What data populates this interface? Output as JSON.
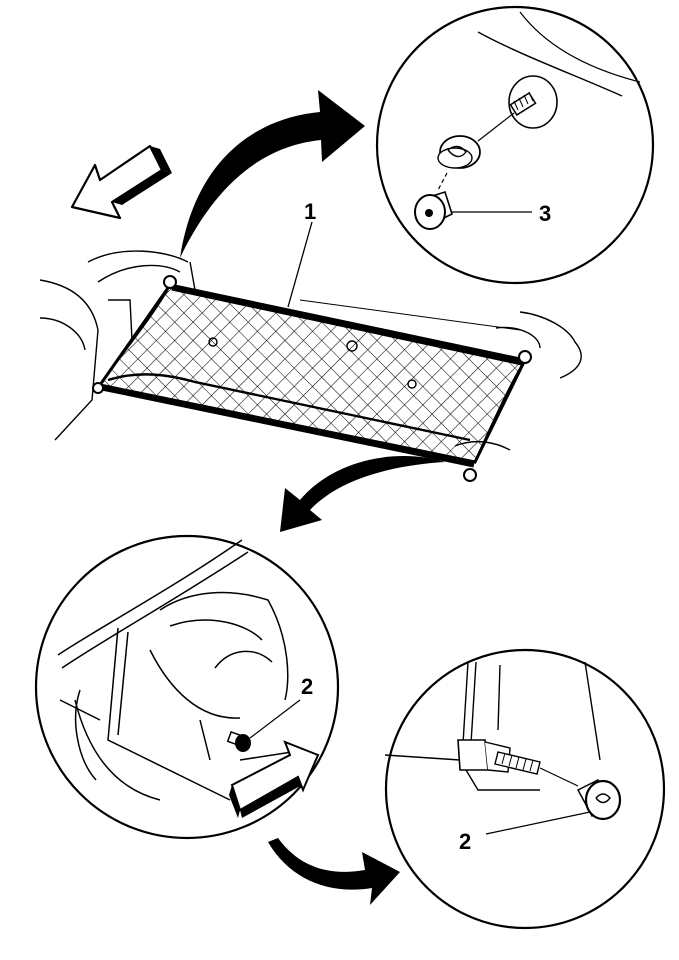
{
  "callouts": {
    "net": "1",
    "fastener_lower": "2",
    "fastener_detail": "2",
    "fastener_upper": "3"
  },
  "colors": {
    "line": "#000000",
    "background": "#ffffff"
  },
  "icons": [
    "front-direction-arrow",
    "movement-arrow",
    "curved-pointer-arrow"
  ]
}
